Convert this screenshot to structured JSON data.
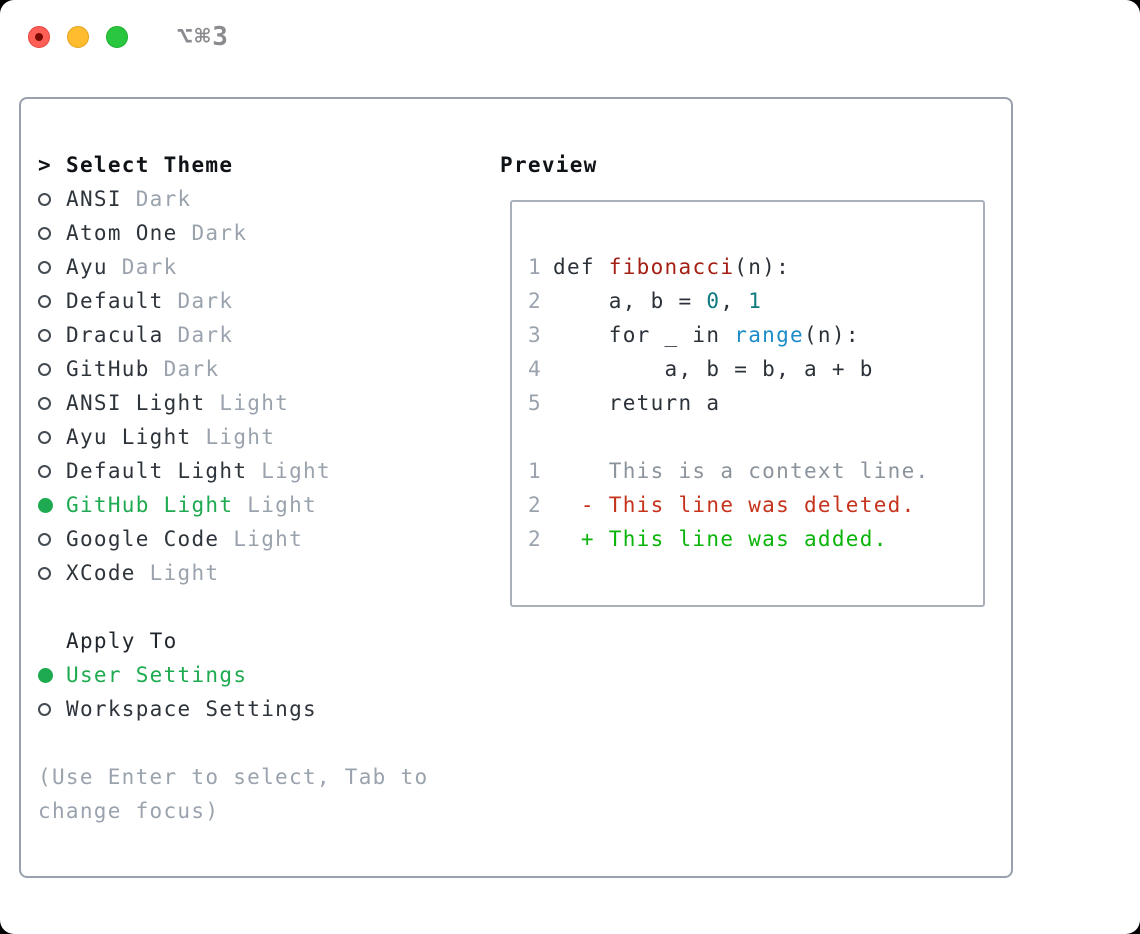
{
  "window": {
    "title": "⌥⌘3",
    "buttons": [
      "close",
      "minimize",
      "zoom"
    ]
  },
  "theme_panel": {
    "header_marker": ">",
    "header": "Select Theme",
    "themes": [
      {
        "name": "ANSI",
        "tag": "Dark",
        "selected": false
      },
      {
        "name": "Atom One",
        "tag": "Dark",
        "selected": false
      },
      {
        "name": "Ayu",
        "tag": "Dark",
        "selected": false
      },
      {
        "name": "Default",
        "tag": "Dark",
        "selected": false
      },
      {
        "name": "Dracula",
        "tag": "Dark",
        "selected": false
      },
      {
        "name": "GitHub",
        "tag": "Dark",
        "selected": false
      },
      {
        "name": "ANSI Light",
        "tag": "Light",
        "selected": false
      },
      {
        "name": "Ayu Light",
        "tag": "Light",
        "selected": false
      },
      {
        "name": "Default Light",
        "tag": "Light",
        "selected": false
      },
      {
        "name": "GitHub Light",
        "tag": "Light",
        "selected": true
      },
      {
        "name": "Google Code",
        "tag": "Light",
        "selected": false
      },
      {
        "name": "XCode",
        "tag": "Light",
        "selected": false
      }
    ],
    "apply_to": {
      "header": "Apply To",
      "options": [
        {
          "label": "User Settings",
          "selected": true
        },
        {
          "label": "Workspace Settings",
          "selected": false
        }
      ]
    },
    "help": "(Use Enter to select, Tab to\nchange focus)"
  },
  "preview": {
    "header": "Preview",
    "lines": [
      {
        "num": "1",
        "segments": [
          {
            "text": "def ",
            "color": "fg"
          },
          {
            "text": "fibonacci",
            "color": "function"
          },
          {
            "text": "(n):",
            "color": "fg"
          }
        ]
      },
      {
        "num": "2",
        "segments": [
          {
            "text": "    a, b = ",
            "color": "fg"
          },
          {
            "text": "0",
            "color": "number"
          },
          {
            "text": ", ",
            "color": "fg"
          },
          {
            "text": "1",
            "color": "number"
          }
        ]
      },
      {
        "num": "3",
        "segments": [
          {
            "text": "    for _ in ",
            "color": "fg"
          },
          {
            "text": "range",
            "color": "builtin"
          },
          {
            "text": "(n):",
            "color": "fg"
          }
        ]
      },
      {
        "num": "4",
        "segments": [
          {
            "text": "        a, b = b, a + b",
            "color": "fg"
          }
        ]
      },
      {
        "num": "5",
        "segments": [
          {
            "text": "    return a",
            "color": "fg"
          }
        ]
      },
      {
        "num": "",
        "segments": []
      },
      {
        "num": "1",
        "segments": [
          {
            "text": "    This is a context line.",
            "color": "context"
          }
        ]
      },
      {
        "num": "2",
        "segments": [
          {
            "text": "  - This line was deleted.",
            "color": "deleted"
          }
        ]
      },
      {
        "num": "2",
        "segments": [
          {
            "text": "  + This line was added.",
            "color": "added"
          }
        ]
      }
    ],
    "token_colors": {
      "fg": "#2b3139",
      "function": "#a42015",
      "number": "#0e7a80",
      "builtin": "#1b8cc8",
      "context": "#8b939c",
      "deleted": "#c5331c",
      "added": "#0ab40a"
    }
  },
  "colors": {
    "selection_green": "#1eaa50",
    "text_dark": "#2e343b",
    "muted_gray": "#9aa3ad",
    "panel_border": "#98a1ac",
    "traffic_red": "#ff5f57",
    "traffic_yellow": "#febc2e",
    "traffic_green": "#28c73f"
  }
}
